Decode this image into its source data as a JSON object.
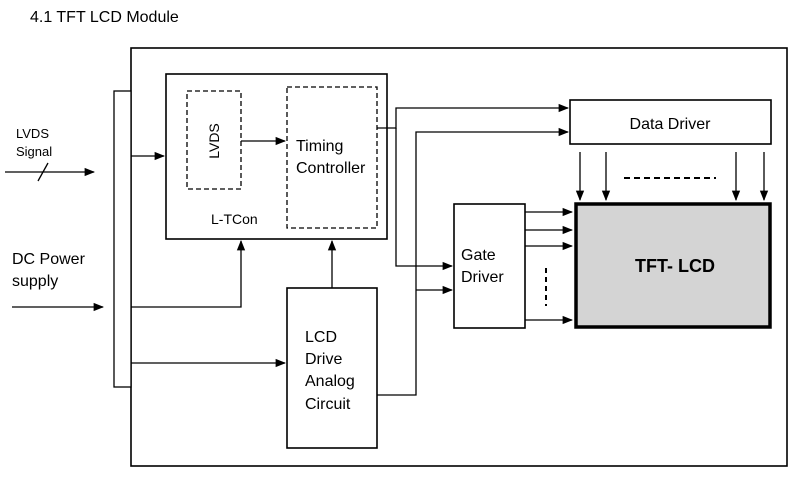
{
  "section_title": "4.1  TFT LCD Module",
  "inputs": {
    "lvds_signal": [
      "LVDS",
      "Signal"
    ],
    "dc_power": [
      "DC Power",
      "supply"
    ]
  },
  "blocks": {
    "lvds": "LVDS",
    "timing_controller": [
      "Timing",
      "Controller"
    ],
    "l_tcon": "L-TCon",
    "data_driver": "Data Driver",
    "gate_driver": [
      "Gate",
      "Driver"
    ],
    "tft_lcd": "TFT- LCD",
    "lcd_drive": [
      "LCD",
      "Drive",
      "Analog",
      "Circuit"
    ]
  },
  "colors": {
    "panel_fill": "#d4d4d4",
    "line": "#000000"
  }
}
